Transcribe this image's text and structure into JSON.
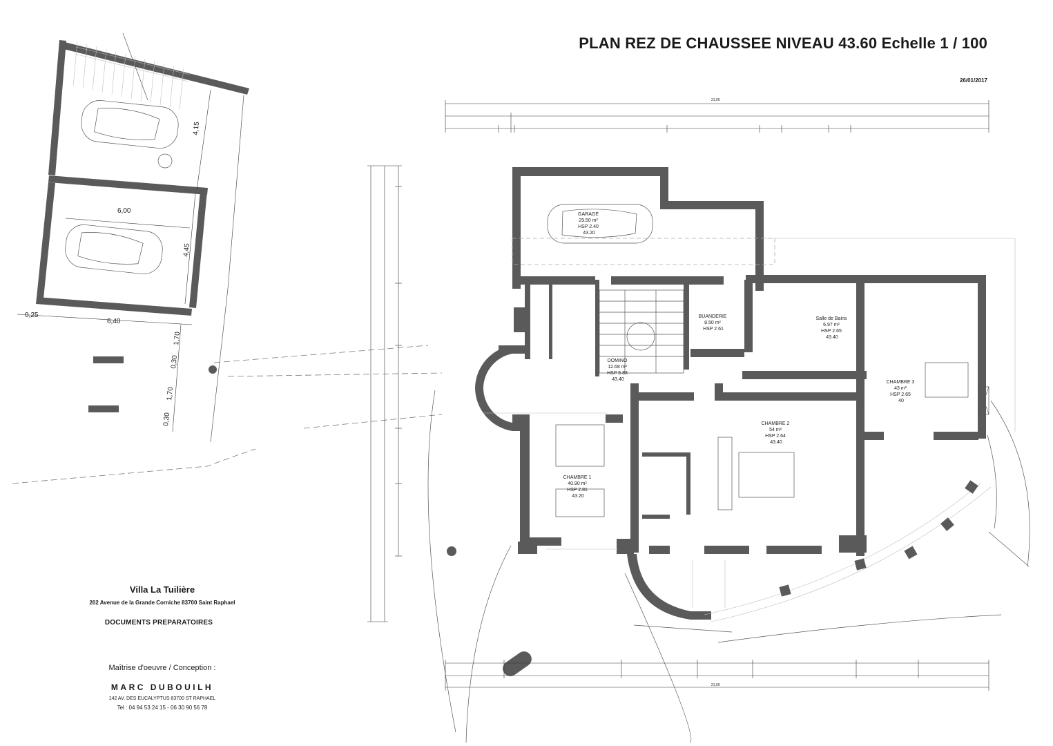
{
  "header": {
    "title": "PLAN REZ DE CHAUSSEE NIVEAU  43.60 Echelle 1 / 100",
    "date": "26/01/2017"
  },
  "title_block": {
    "villa": "Villa La Tuilière",
    "address": "202 Avenue de la Grande Corniche   83700 Saint Raphael",
    "documents": "DOCUMENTS PREPARATOIRES",
    "maitrise": "Maîtrise d'oeuvre / Conception :",
    "architect": "MARC DUBOUILH",
    "architect_address": "142 AV. DES EUCALYPTUS      83700 ST RAPHAEL",
    "phones": "Tel :  04 94 53 24 15     -     06 30 90 56 78"
  },
  "parking": {
    "dim_415": "4,15",
    "dim_600": "6,00",
    "dim_445": "4,45",
    "dim_025": "0,25",
    "dim_640": "6,40",
    "dim_170a": "1,70",
    "dim_030a": "0,30",
    "dim_170b": "1,70",
    "dim_030b": "0,30"
  },
  "rooms": {
    "garage": [
      "GARAGE",
      "29.50 m²",
      "HSP 2.40",
      "43.20"
    ],
    "buanderie": [
      "BUANDERIE",
      "8.50 m²",
      "HSP 2.61"
    ],
    "domino": [
      "DOMINO",
      "12.68 m²",
      "HSP 5.83",
      "43.40"
    ],
    "sdb": [
      "Salle de Bains",
      "6.97 m²",
      "HSP 2.65",
      "43.40"
    ],
    "chambre1": [
      "CHAMBRE 1",
      "40.90 m²",
      "HSP 2.81",
      "43.20"
    ],
    "chambre2": [
      "CHAMBRE 2",
      "54 m²",
      "HSP 2.64",
      "43.40"
    ],
    "chambre3": [
      "CHAMBRE 3",
      "43 m²",
      "HSP 2.65",
      "40"
    ]
  },
  "dimensions": {
    "top_total": "21,00",
    "bottom_total": "21,00"
  }
}
